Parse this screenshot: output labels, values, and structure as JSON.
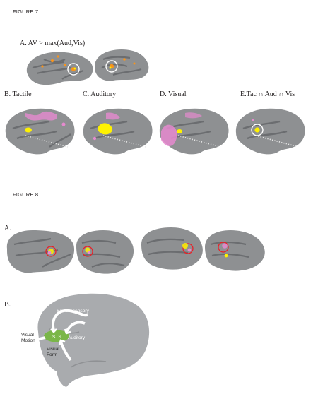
{
  "figure7": {
    "heading": "FIGURE 7",
    "panel_a_label": "A. AV > max(Aud,Vis)",
    "panel_b_label": "B. Tactile",
    "panel_c_label": "C. Auditory",
    "panel_d_label": "D. Visual",
    "panel_e_label": "E.Tac ∩ Aud ∩ Vis"
  },
  "figure8": {
    "heading": "FIGURE 8",
    "panel_a_label": "A.",
    "panel_b_label": "B.",
    "diagram": {
      "somatosensory": "Somatosensory",
      "auditory": "Auditory",
      "sts": "STS",
      "visual_motion_line1": "Visual",
      "visual_motion_line2": "Motion",
      "visual_form_line1": "Visual",
      "visual_form_line2": "Form"
    }
  },
  "colors": {
    "cortex_gray": "#8e9092",
    "sulcus_dark": "#6b6d70",
    "activation_orange": "#f7941d",
    "activation_yellow": "#fff200",
    "activation_pink": "#e68acf",
    "activation_red": "#ed1c24",
    "sts_green": "#7ab648",
    "diagram_brain": "#a9abae"
  }
}
